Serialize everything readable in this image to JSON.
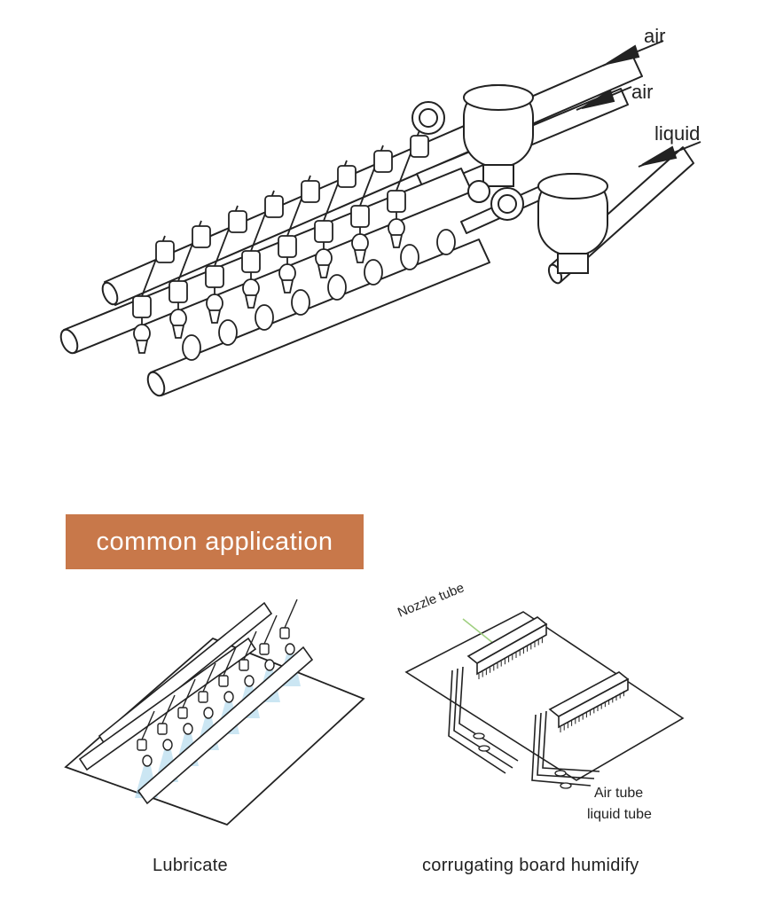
{
  "top_diagram": {
    "labels": {
      "air_1": "air",
      "air_2": "air",
      "liquid": "liquid"
    }
  },
  "banner": {
    "text": "common application",
    "color": "#c8784a"
  },
  "applications": [
    {
      "caption": "Lubricate"
    },
    {
      "caption": "corrugating board humidify",
      "labels": {
        "nozzle_tube": "Nozzle tube",
        "air_tube": "Air tube",
        "liquid_tube": "liquid tube"
      }
    }
  ],
  "colors": {
    "line": "#222222",
    "spray": "#a9d6ec",
    "nozzle_pointer": "#9fcf7f"
  }
}
